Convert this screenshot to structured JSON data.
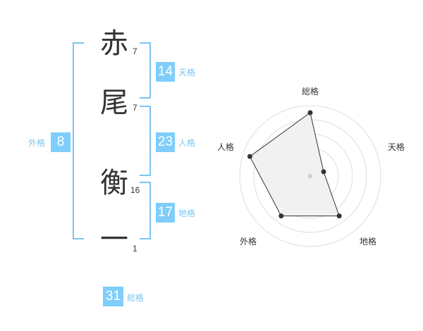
{
  "name": {
    "characters": [
      {
        "char": "赤",
        "strokes": "7"
      },
      {
        "char": "尾",
        "strokes": "7"
      },
      {
        "char": "衡",
        "strokes": "16"
      },
      {
        "char": "一",
        "strokes": "1"
      }
    ]
  },
  "fortunes": {
    "tenkaku": {
      "value": "14",
      "label": "天格"
    },
    "jinkaku": {
      "value": "23",
      "label": "人格"
    },
    "chikaku": {
      "value": "17",
      "label": "地格"
    },
    "gaikaku": {
      "value": "8",
      "label": "外格"
    },
    "soukaku": {
      "value": "31",
      "label": "総格"
    }
  },
  "radar": {
    "axes": [
      "総格",
      "天格",
      "地格",
      "外格",
      "人格"
    ],
    "levels": 5,
    "values": [
      4.5,
      1.0,
      3.5,
      3.5,
      4.5
    ],
    "max": 5,
    "fill_color": "#efefef",
    "line_color": "#333333",
    "grid_color": "#dddddd"
  }
}
